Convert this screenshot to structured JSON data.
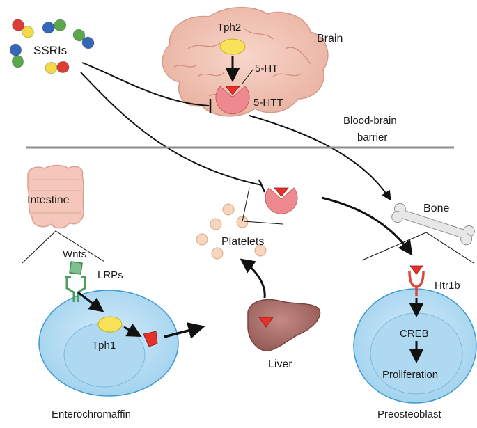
{
  "labels": {
    "ssris": "SSRIs",
    "brain": "Brain",
    "tph2": "Tph2",
    "five_ht": "5-HT",
    "five_htt": "5-HTT",
    "bbb_line1": "Blood-brain",
    "bbb_line2": "barrier",
    "intestine": "Intestine",
    "bone": "Bone",
    "platelets": "Platelets",
    "wnts": "Wnts",
    "lrps": "LRPs",
    "tph1": "Tph1",
    "liver": "Liver",
    "htr1b": "Htr1b",
    "creb": "CREB",
    "proliferation": "Proliferation",
    "enterochromaffin": "Enterochromaffin",
    "preosteoblast": "Preosteoblast"
  },
  "colors": {
    "brain": "#f2c4b4",
    "brain_outline": "#d89c8c",
    "cell_fill": "#bfe2f4",
    "cell_nucleus": "#a9d6ee",
    "cell_outline": "#3f98cf",
    "enzyme_yellow": "#f7e25a",
    "transporter_pink": "#ee8a8f",
    "serotonin_red": "#e8302a",
    "platelet": "#f8d6be",
    "liver": "#a96c68",
    "receptor_red": "#d9473d",
    "lrp_green": "#4e9d5f",
    "barrier_line": "#8c8c8c"
  },
  "pills": [
    {
      "left": "#e03c36",
      "right": "#f4d94a"
    },
    {
      "left": "#3566b8",
      "right": "#5aa84a"
    },
    {
      "left": "#5aa84a",
      "right": "#3566b8"
    },
    {
      "left": "#3566b8",
      "right": "#5aa84a"
    },
    {
      "left": "#f4d94a",
      "right": "#e03c36"
    },
    {
      "left": "#f4d94a",
      "right": "#e03c36"
    }
  ]
}
